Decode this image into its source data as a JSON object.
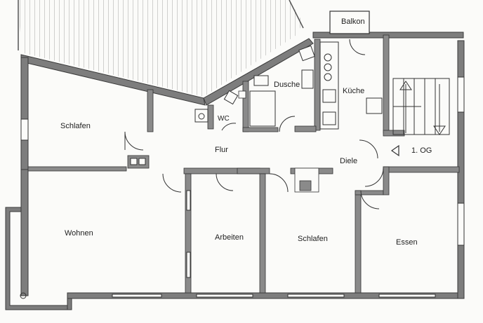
{
  "plan": {
    "rooms": {
      "balkon": "Balkon",
      "dusche": "Dusche",
      "kueche": "Küche",
      "wc": "WC",
      "schlafen_top": "Schlafen",
      "flur": "Flur",
      "diele": "Diele",
      "wohnen": "Wohnen",
      "arbeiten": "Arbeiten",
      "schlafen_bottom": "Schlafen",
      "essen": "Essen"
    },
    "floor_label": "1. OG"
  },
  "colors": {
    "wall": "#4a4a4a",
    "wall_fill": "#7d7d7d",
    "line": "#333333",
    "terrace_hatch": "#8a8a8a",
    "paper": "#fbfbf9"
  }
}
